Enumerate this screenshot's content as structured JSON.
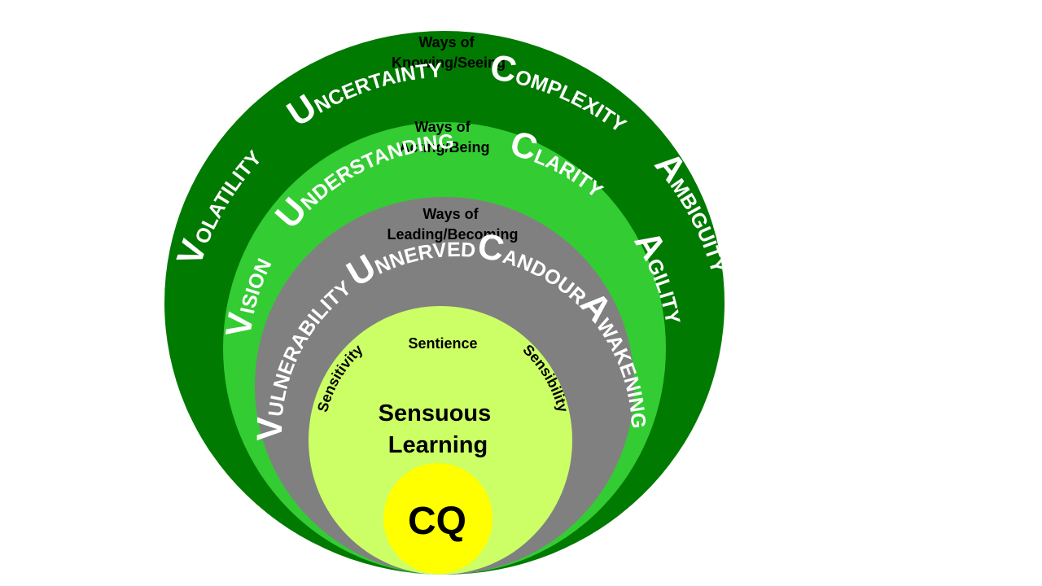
{
  "colors": {
    "outer_ring": "#007A00",
    "middle_ring": "#33CC33",
    "inner_ring": "#808080",
    "core": "#CCFF66",
    "cq": "#FFFF00",
    "ring_text": "#FFFFFF",
    "label_text": "#000000"
  },
  "outer_ring": {
    "caption_line1": "Ways of",
    "caption_line2": "Knowing/Seeing",
    "words": [
      {
        "cap": "V",
        "rest": "OLATILITY"
      },
      {
        "cap": "U",
        "rest": "NCERTAINTY"
      },
      {
        "cap": "C",
        "rest": "OMPLEXITY"
      },
      {
        "cap": "A",
        "rest": "MBIGUITY"
      }
    ]
  },
  "middle_ring": {
    "caption_line1": "Ways of",
    "caption_line2": "Acting/Being",
    "words": [
      {
        "cap": "V",
        "rest": "ISION"
      },
      {
        "cap": "U",
        "rest": "NDERSTANDING"
      },
      {
        "cap": "C",
        "rest": "LARITY"
      },
      {
        "cap": "A",
        "rest": "GILITY"
      }
    ]
  },
  "inner_ring": {
    "caption_line1": "Ways of",
    "caption_line2": "Leading/Becoming",
    "words": [
      {
        "cap": "V",
        "rest": "ULNERABILITY"
      },
      {
        "cap": "U",
        "rest": "NNERVED"
      },
      {
        "cap": "C",
        "rest": "ANDOUR"
      },
      {
        "cap": "A",
        "rest": "WAKENING"
      }
    ]
  },
  "core": {
    "top": "Sentience",
    "left": "Sensitivity",
    "right": "Sensibility",
    "title_line1": "Sensuous",
    "title_line2": "Learning"
  },
  "cq": {
    "label": "CQ"
  }
}
